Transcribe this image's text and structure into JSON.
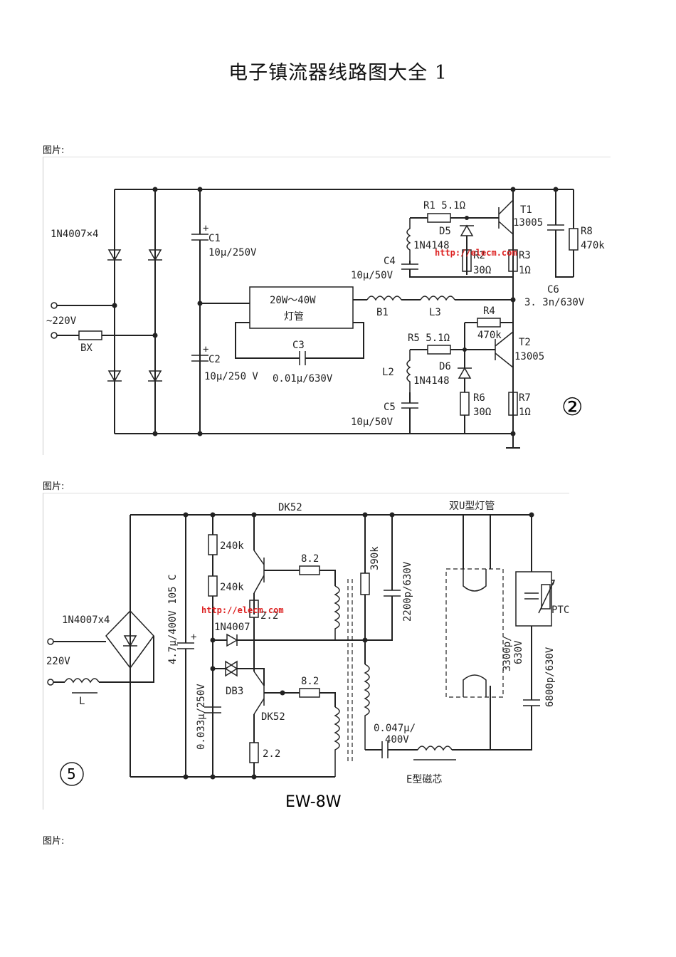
{
  "title": "电子镇流器线路图大全 1",
  "captions": [
    "图片:",
    "图片:",
    "图片:"
  ],
  "figure1": {
    "labels": {
      "bridge": "1N4007×4",
      "ac_in": "~220V",
      "fuse": "BX",
      "c1": "C1",
      "c1_val": "10μ/250V",
      "c2": "C2",
      "c2_val": "10μ/250 V",
      "lamp": "20W～40W",
      "lamp2": "灯管",
      "c3": "C3",
      "c3_val": "0.01μ/630V",
      "b1": "B1",
      "l3": "L3",
      "r1": "R1  5.1Ω",
      "d5": "D5",
      "d5_val": "1N4148",
      "c4": "C4",
      "c4_val": "10μ/50V",
      "r2": "R2",
      "r2_val": "30Ω",
      "r3": "R3",
      "r3_val": "1Ω",
      "t1": "T1",
      "t1_val": "13005",
      "r8": "R8",
      "r8_val": "470k",
      "c6": "C6",
      "c6_val": "3. 3n/630V",
      "r4": "R4",
      "r4_val": "470k",
      "r5": "R5  5.1Ω",
      "t2": "T2",
      "t2_val": "13005",
      "l2": "L2",
      "d6": "D6",
      "d6_val": "1N4148",
      "c5": "C5",
      "c5_val": "10μ/50V",
      "r6": "R6",
      "r6_val": "30Ω",
      "r7": "R7",
      "r7_val": "1Ω",
      "number": "②",
      "watermark": "http://elecm.com"
    }
  },
  "figure2": {
    "labels": {
      "dk52_top": "DK52",
      "lamp": "双U型灯管",
      "r240a": "240k",
      "r240b": "240k",
      "r82a": "8.2",
      "r390": "390k",
      "c2200": "2200p/630V",
      "bridge": "1N4007x4",
      "cap47": "4.7μ/400V 105 C",
      "plus": "+",
      "d4007": "1N4007",
      "r22a": "2.2",
      "ac": "220V",
      "l": "L",
      "db3": "DB3",
      "r82b": "8.2",
      "dk52_bot": "DK52",
      "c033": "0.033μ/250V",
      "c047": "0.047μ/",
      "c047b": "400V",
      "r22b": "2.2",
      "ecore": "E型磁芯",
      "c3300": "3300p/",
      "c3300b": "630V",
      "c6800": "6800p/630V",
      "ptc": "PTC",
      "number": "5",
      "model": "EW-8W",
      "watermark": "http://elecm.com"
    }
  }
}
